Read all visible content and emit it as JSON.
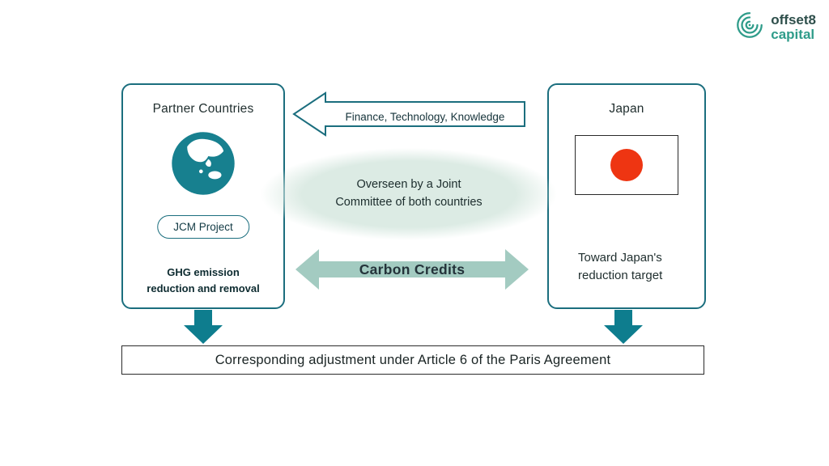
{
  "logo": {
    "name_top": "offset8",
    "name_bottom": "capital"
  },
  "left_box": {
    "title": "Partner Countries",
    "pill_label": "JCM Project",
    "caption": "GHG emission\nreduction and removal"
  },
  "right_box": {
    "title": "Japan",
    "caption": "Toward Japan's\nreduction target"
  },
  "flows": {
    "top_arrow_label": "Finance, Technology, Knowledge",
    "oversight_note": "Overseen by a Joint\nCommittee of both countries",
    "double_arrow_label": "Carbon Credits"
  },
  "footer_bar": {
    "label": "Corresponding adjustment under Article 6 of the Paris Agreement"
  },
  "colors": {
    "teal_accent": "#1b6e7e",
    "down_arrow_teal": "#0e7d8e",
    "double_arrow_fill": "#a3cbc1",
    "ellipse_fill": "#dcebe4",
    "flag_red": "#ee3512",
    "logo_teal": "#2f9c8a"
  }
}
